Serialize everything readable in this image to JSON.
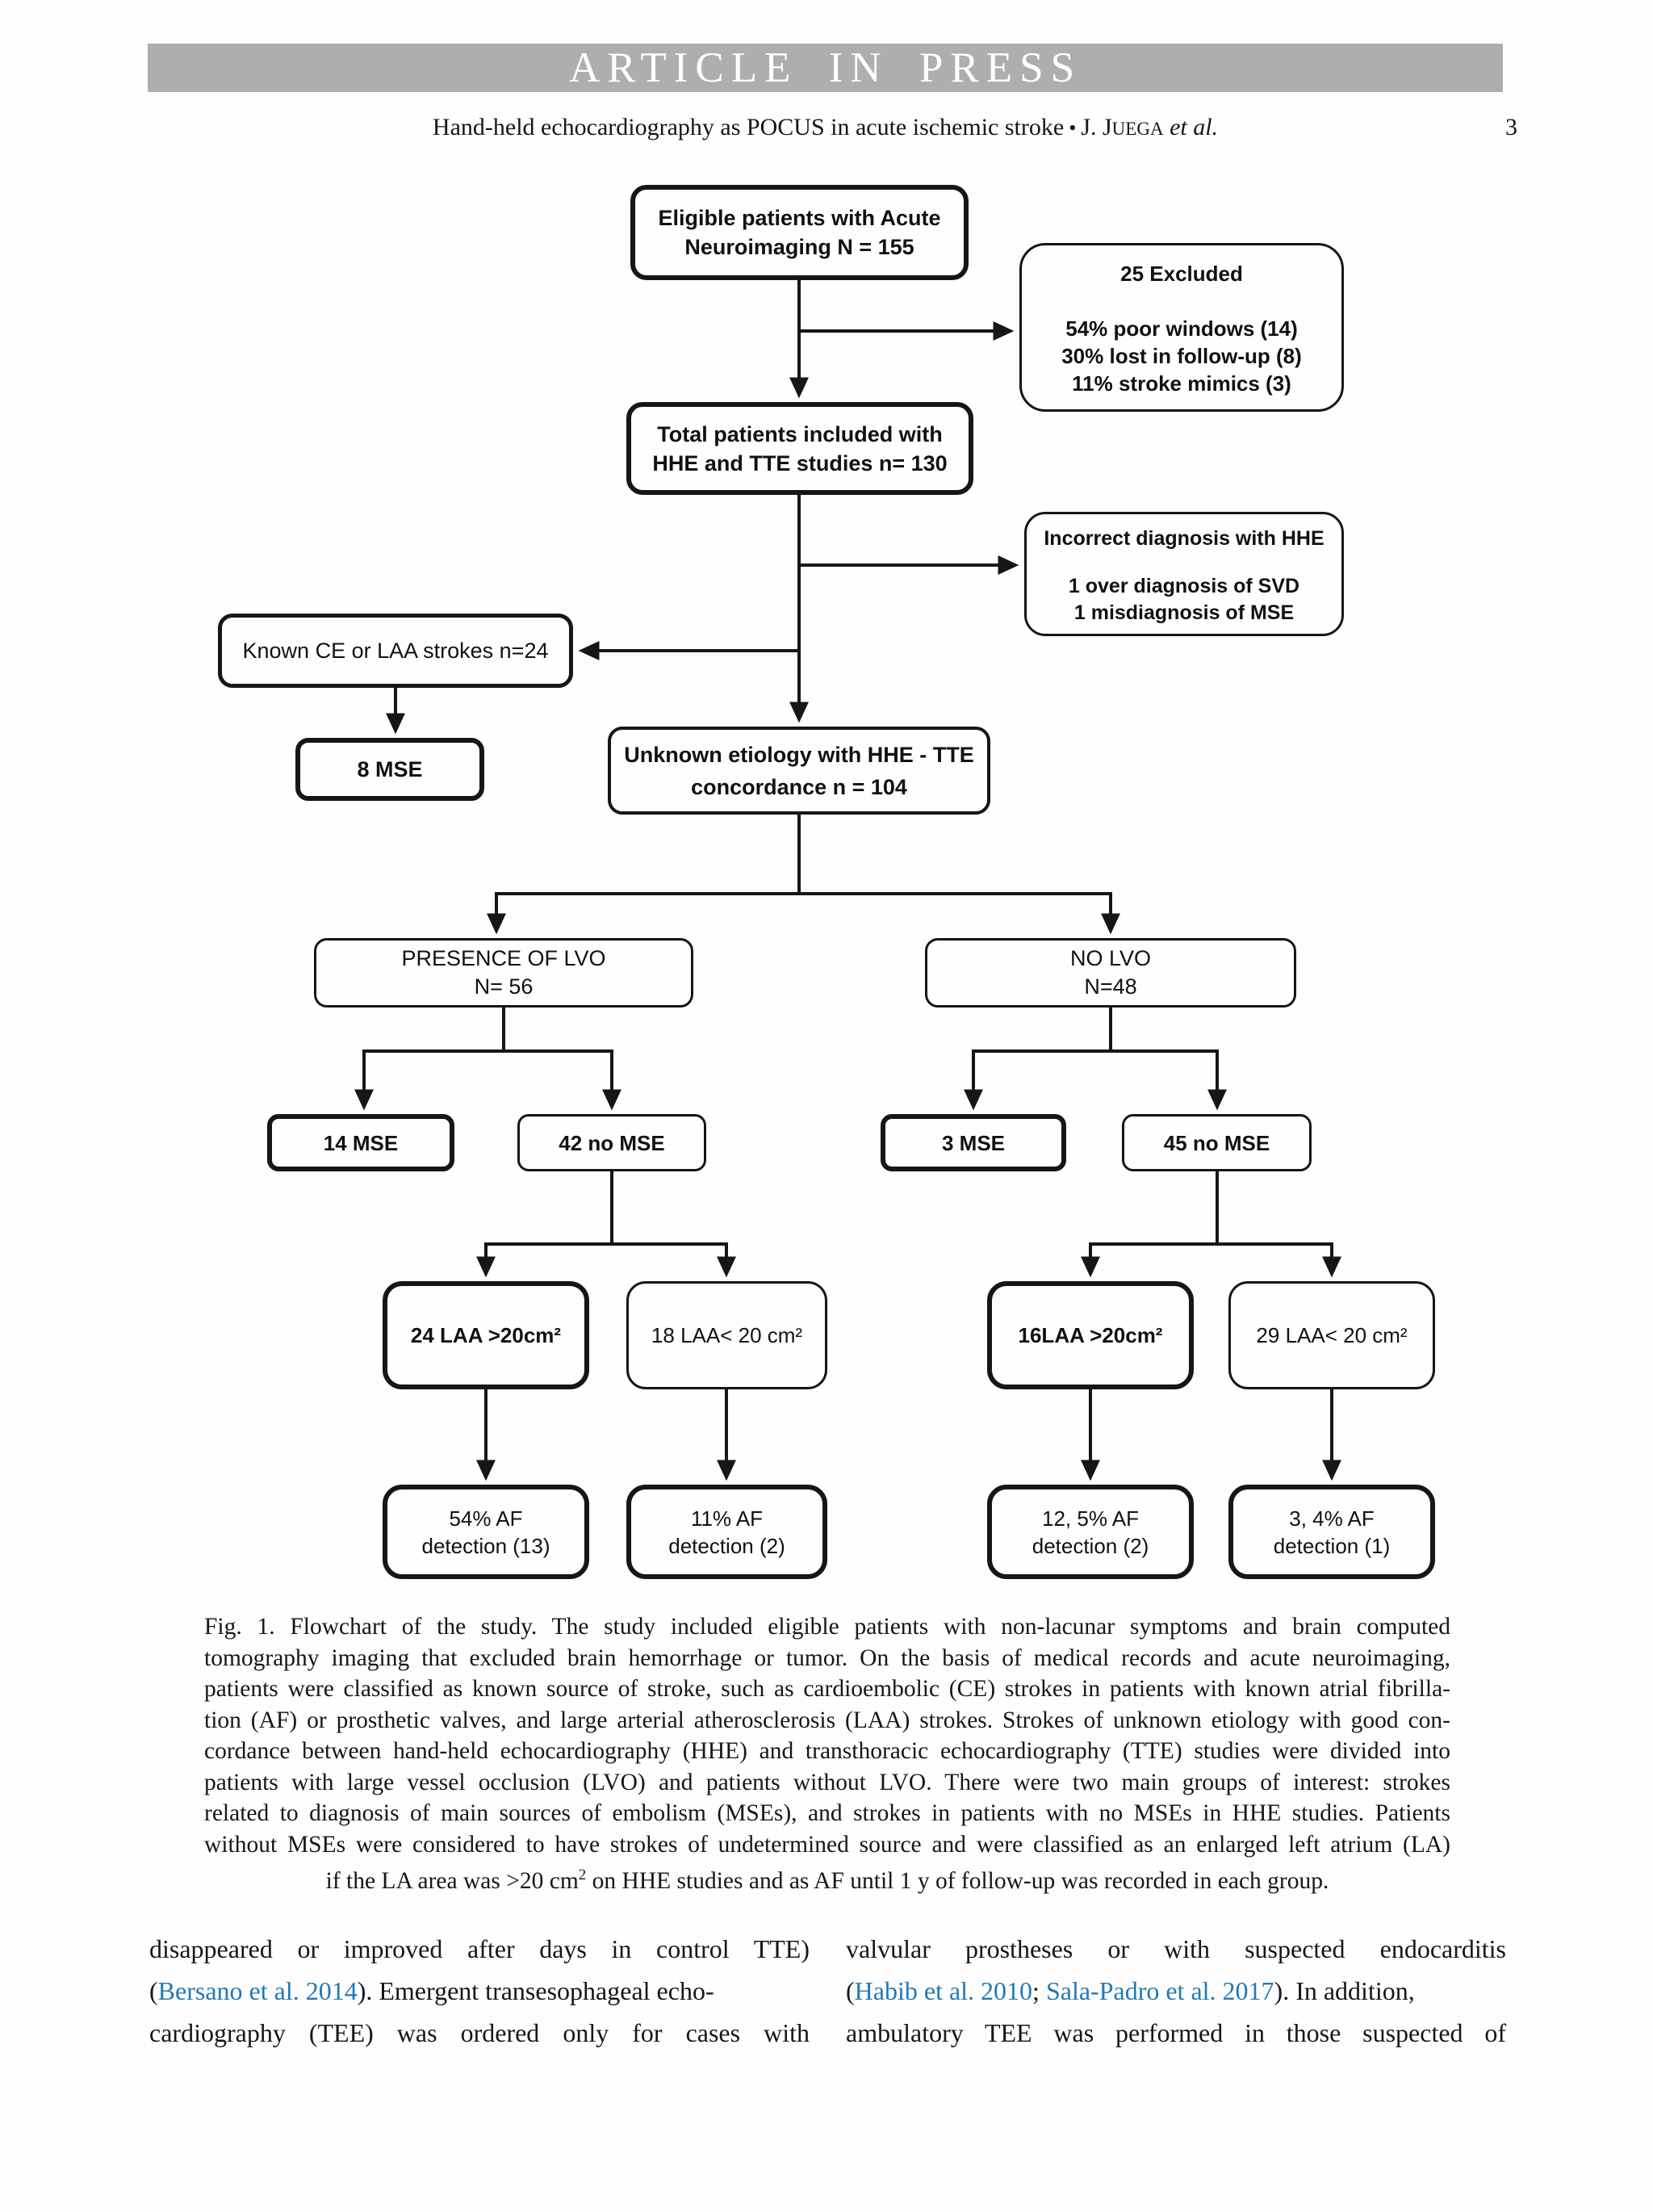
{
  "banner": {
    "label": "ARTICLE IN PRESS"
  },
  "running_head": {
    "text": "Hand-held echocardiography as POCUS in acute ischemic stroke",
    "separator": "•",
    "authors_prefix": "J. J",
    "authors_smallcaps": "UEGA",
    "authors_suffix": " et al.",
    "page_number": "3"
  },
  "flowchart": {
    "nodes": {
      "eligible": {
        "lines": [
          "Eligible patients with Acute",
          "Neuroimaging N = 155"
        ]
      },
      "excluded": {
        "title": "25 Excluded",
        "lines": [
          "54% poor windows (14)",
          "30% lost in follow-up (8)",
          "11% stroke mimics (3)"
        ]
      },
      "total": {
        "lines": [
          "Total patients included with",
          "HHE and TTE studies n= 130"
        ]
      },
      "incorrect": {
        "title": "Incorrect diagnosis with HHE",
        "lines": [
          "1 over diagnosis of SVD",
          "1 misdiagnosis of MSE"
        ]
      },
      "known": {
        "label": "Known CE or LAA strokes n=24"
      },
      "mse8": {
        "label": "8 MSE"
      },
      "unknown": {
        "lines": [
          "Unknown etiology with HHE - TTE",
          "concordance n = 104"
        ]
      },
      "presence_lvo": {
        "lines": [
          "PRESENCE OF LVO",
          "N= 56"
        ]
      },
      "no_lvo": {
        "lines": [
          "NO LVO",
          "N=48"
        ]
      },
      "mse14": {
        "label": "14 MSE"
      },
      "no_mse42": {
        "label": "42 no MSE"
      },
      "mse3": {
        "label": "3 MSE"
      },
      "no_mse45": {
        "label": "45 no MSE"
      },
      "laa24": {
        "label": "24 LAA >20cm²"
      },
      "laa18": {
        "label": "18 LAA< 20 cm²"
      },
      "laa16": {
        "label": "16LAA >20cm²"
      },
      "laa29": {
        "label": "29 LAA< 20 cm²"
      },
      "af54": {
        "lines": [
          "54% AF",
          "detection (13)"
        ]
      },
      "af11": {
        "lines": [
          "11% AF",
          "detection (2)"
        ]
      },
      "af125": {
        "lines": [
          "12, 5% AF",
          "detection (2)"
        ]
      },
      "af34": {
        "lines": [
          "3, 4% AF",
          "detection (1)"
        ]
      }
    }
  },
  "figure_caption": {
    "lines": [
      "Fig. 1. Flowchart of the study. The study included eligible patients with non-lacunar symptoms and brain computed",
      "tomography imaging that excluded brain hemorrhage or tumor. On the basis of medical records and acute neuroimaging,",
      "patients were classified as known source of stroke, such as cardioembolic (CE) strokes in patients with known atrial fibrilla-",
      "tion (AF) or prosthetic valves, and large arterial atherosclerosis (LAA) strokes. Strokes of unknown etiology with good con-",
      "cordance between hand-held echocardiography (HHE) and transthoracic echocardiography (TTE) studies were divided into",
      "patients with large vessel occlusion (LVO) and patients without LVO. There were two main groups of interest: strokes",
      "related to diagnosis of main sources of embolism (MSEs), and strokes in patients with no MSEs in HHE studies. Patients",
      "without MSEs were considered to have strokes of undetermined source and were classified as an enlarged left atrium (LA)"
    ],
    "last_line": {
      "pre": "if the LA area was >20 cm",
      "sup": "2",
      "post": " on HHE studies and as AF until 1 y of follow-up was recorded in each group."
    }
  },
  "body_text": {
    "left": {
      "line1": "disappeared or improved after days in control TTE)",
      "line2_parts": [
        "(",
        "Bersano et al. 2014",
        "). Emergent transesophageal echo-"
      ],
      "line3": "cardiography (TEE) was ordered only for cases with"
    },
    "right": {
      "line1": "valvular prostheses or with suspected endocarditis",
      "line2_parts": [
        "(",
        "Habib et al. 2010",
        "; ",
        "Sala-Padro et al. 2017",
        "). In addition,"
      ],
      "line3": "ambulatory TEE was performed in those suspected of"
    }
  },
  "colors": {
    "banner_background": "#aeaeae",
    "banner_text": "#ffffff",
    "link": "#2279b4",
    "ink": "#161616"
  }
}
